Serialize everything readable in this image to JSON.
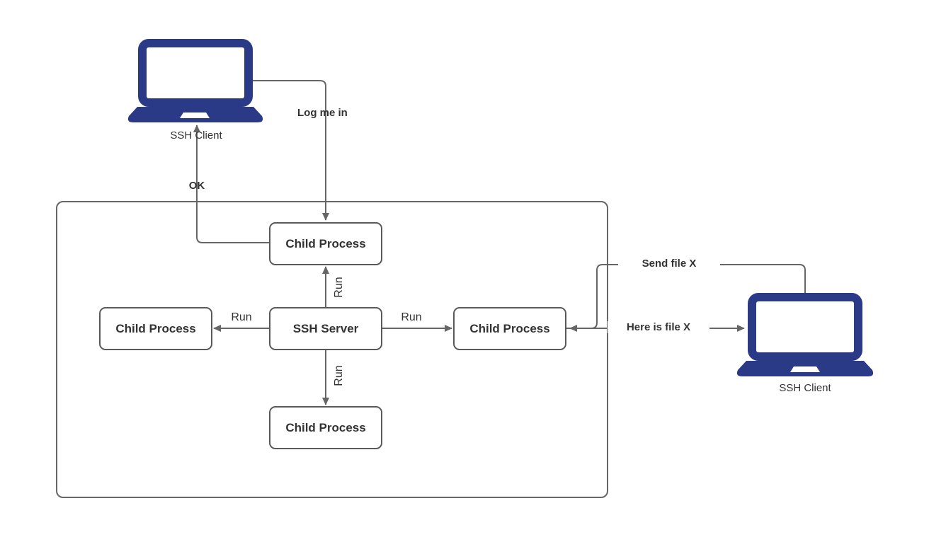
{
  "diagram": {
    "title": "SSH client-server process diagram",
    "nodes": {
      "ssh_server": {
        "label": "SSH Server"
      },
      "child_top": {
        "label": "Child Process"
      },
      "child_left": {
        "label": "Child Process"
      },
      "child_right": {
        "label": "Child Process"
      },
      "child_bottom": {
        "label": "Child Process"
      },
      "client_left": {
        "label": "SSH Client"
      },
      "client_right": {
        "label": "SSH Client"
      }
    },
    "edges": {
      "log_me_in": {
        "label": "Log me in",
        "from": "client_left",
        "to": "child_top"
      },
      "ok": {
        "label": "OK",
        "from": "child_top",
        "to": "client_left"
      },
      "send_file": {
        "label": "Send file X",
        "from": "client_right",
        "to": "child_right"
      },
      "here_is_file": {
        "label": "Here is file X",
        "from": "child_right",
        "to": "client_right"
      },
      "run_top": {
        "label": "Run",
        "from": "ssh_server",
        "to": "child_top"
      },
      "run_left": {
        "label": "Run",
        "from": "ssh_server",
        "to": "child_left"
      },
      "run_right": {
        "label": "Run",
        "from": "ssh_server",
        "to": "child_right"
      },
      "run_bottom": {
        "label": "Run",
        "from": "ssh_server",
        "to": "child_bottom"
      }
    },
    "colors": {
      "line": "#666666",
      "box_border": "#595959",
      "text": "#333333",
      "laptop": "#2b3a87",
      "background": "#ffffff"
    }
  }
}
